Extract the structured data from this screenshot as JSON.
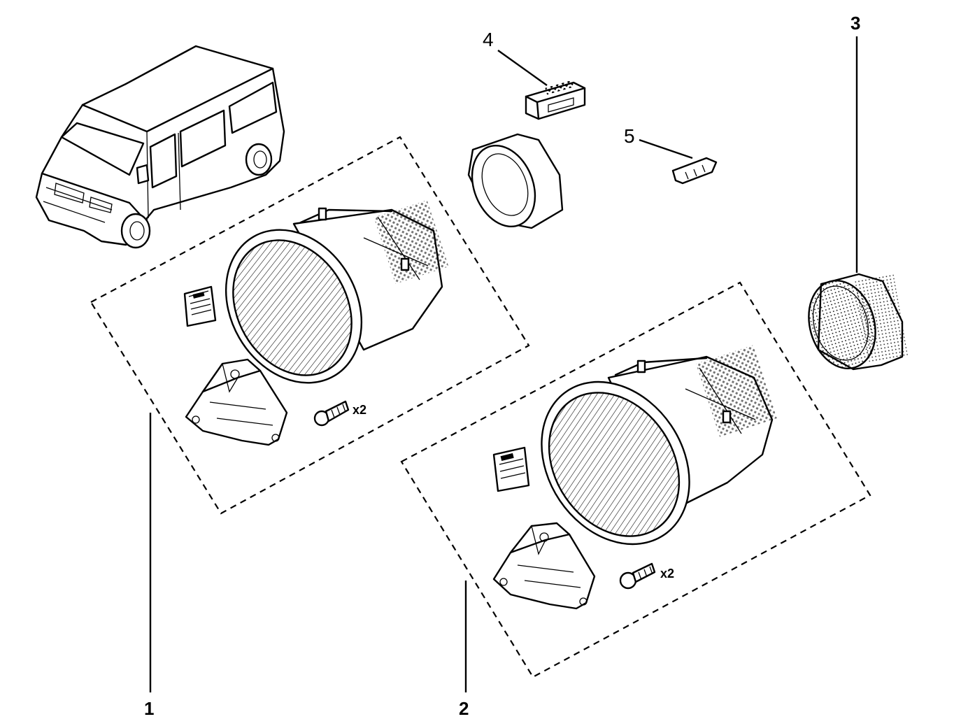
{
  "callouts": {
    "c1": "1",
    "c2": "2",
    "c3": "3",
    "c4": "4",
    "c5": "5"
  },
  "quantity": {
    "kit1_screws": "x2",
    "kit2_screws": "x2"
  }
}
